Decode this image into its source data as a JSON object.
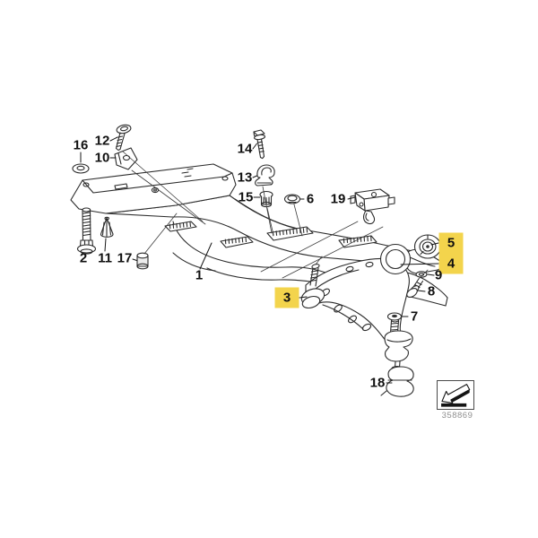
{
  "colors": {
    "background": "#ffffff",
    "line": "#2b2b2b",
    "highlight": "#f3d44c",
    "drawing_number": "#8f8f8f"
  },
  "diagram": {
    "type": "exploded-parts-diagram",
    "callouts": [
      {
        "num": "1"
      },
      {
        "num": "2"
      },
      {
        "num": "3"
      },
      {
        "num": "4"
      },
      {
        "num": "5"
      },
      {
        "num": "6"
      },
      {
        "num": "7"
      },
      {
        "num": "8"
      },
      {
        "num": "9"
      },
      {
        "num": "10"
      },
      {
        "num": "11"
      },
      {
        "num": "12"
      },
      {
        "num": "13"
      },
      {
        "num": "14"
      },
      {
        "num": "15"
      },
      {
        "num": "16"
      },
      {
        "num": "17"
      },
      {
        "num": "18"
      },
      {
        "num": "19"
      }
    ],
    "highlighted_callouts": [
      "3",
      "4",
      "5"
    ],
    "footer": {
      "drawing_number": "358869",
      "arrow_icon": "direction-of-travel-arrow"
    }
  }
}
